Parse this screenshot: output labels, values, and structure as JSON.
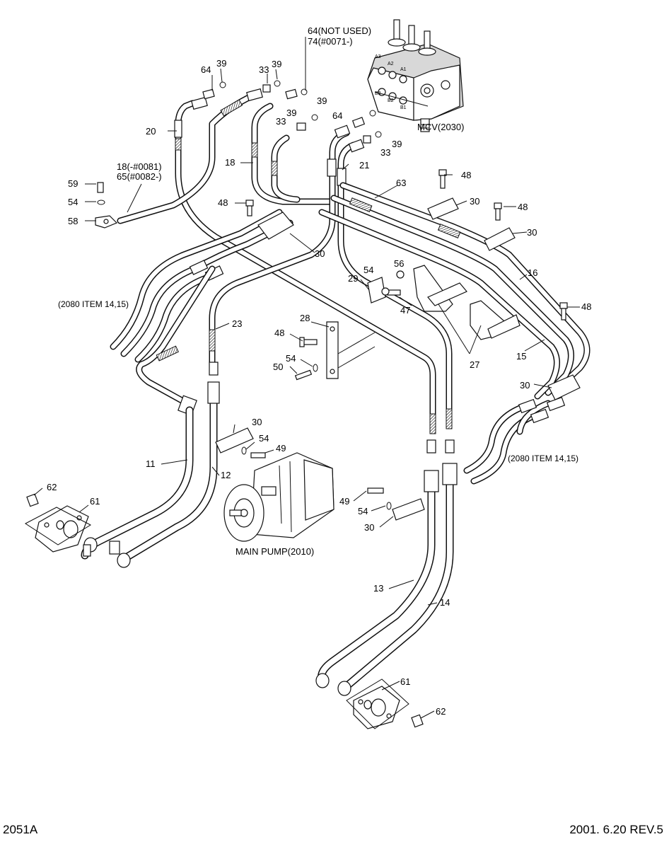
{
  "footer": {
    "drawing_code": "2051A",
    "revision": "2001. 6.20 REV.5"
  },
  "components": {
    "mcv": "MCV(2030)",
    "main_pump": "MAIN PUMP(2010)",
    "ref_left": "(2080 ITEM 14,15)",
    "ref_right": "(2080 ITEM 14,15)"
  },
  "mcv_ports": [
    "A3",
    "A2",
    "A1",
    "B3",
    "B2",
    "B1"
  ],
  "callouts": {
    "c64_not_used": "64(NOT USED)",
    "c74": "74(#0071-)",
    "c64_a": "64",
    "c39_a": "39",
    "c33_a": "33",
    "c39_b": "39",
    "c39_c": "39",
    "c39_d": "39",
    "c33_b": "33",
    "c64_b": "64",
    "c39_e": "39",
    "c33_c": "33",
    "c20": "20",
    "c18_a": "18(-#0081)",
    "c65": "65(#0082-)",
    "c18_b": "18",
    "c21": "21",
    "c59": "59",
    "c54_a": "54",
    "c58": "58",
    "c48_a": "48",
    "c48_b": "48",
    "c63": "63",
    "c30_a": "30",
    "c48_c": "48",
    "c30_b": "30",
    "c30_c": "30",
    "c16": "16",
    "c56": "56",
    "c54_b": "54",
    "c29": "29",
    "c47": "47",
    "c48_d": "48",
    "c23": "23",
    "c28": "28",
    "c48_e": "48",
    "c54_c": "54",
    "c50": "50",
    "c27": "27",
    "c15": "15",
    "c30_d": "30",
    "c30_e": "30",
    "c54_d": "54",
    "c49_a": "49",
    "c11": "11",
    "c12": "12",
    "c62_a": "62",
    "c61_a": "61",
    "c49_b": "49",
    "c54_e": "54",
    "c30_f": "30",
    "c13": "13",
    "c14": "14",
    "c61_b": "61",
    "c62_b": "62"
  }
}
